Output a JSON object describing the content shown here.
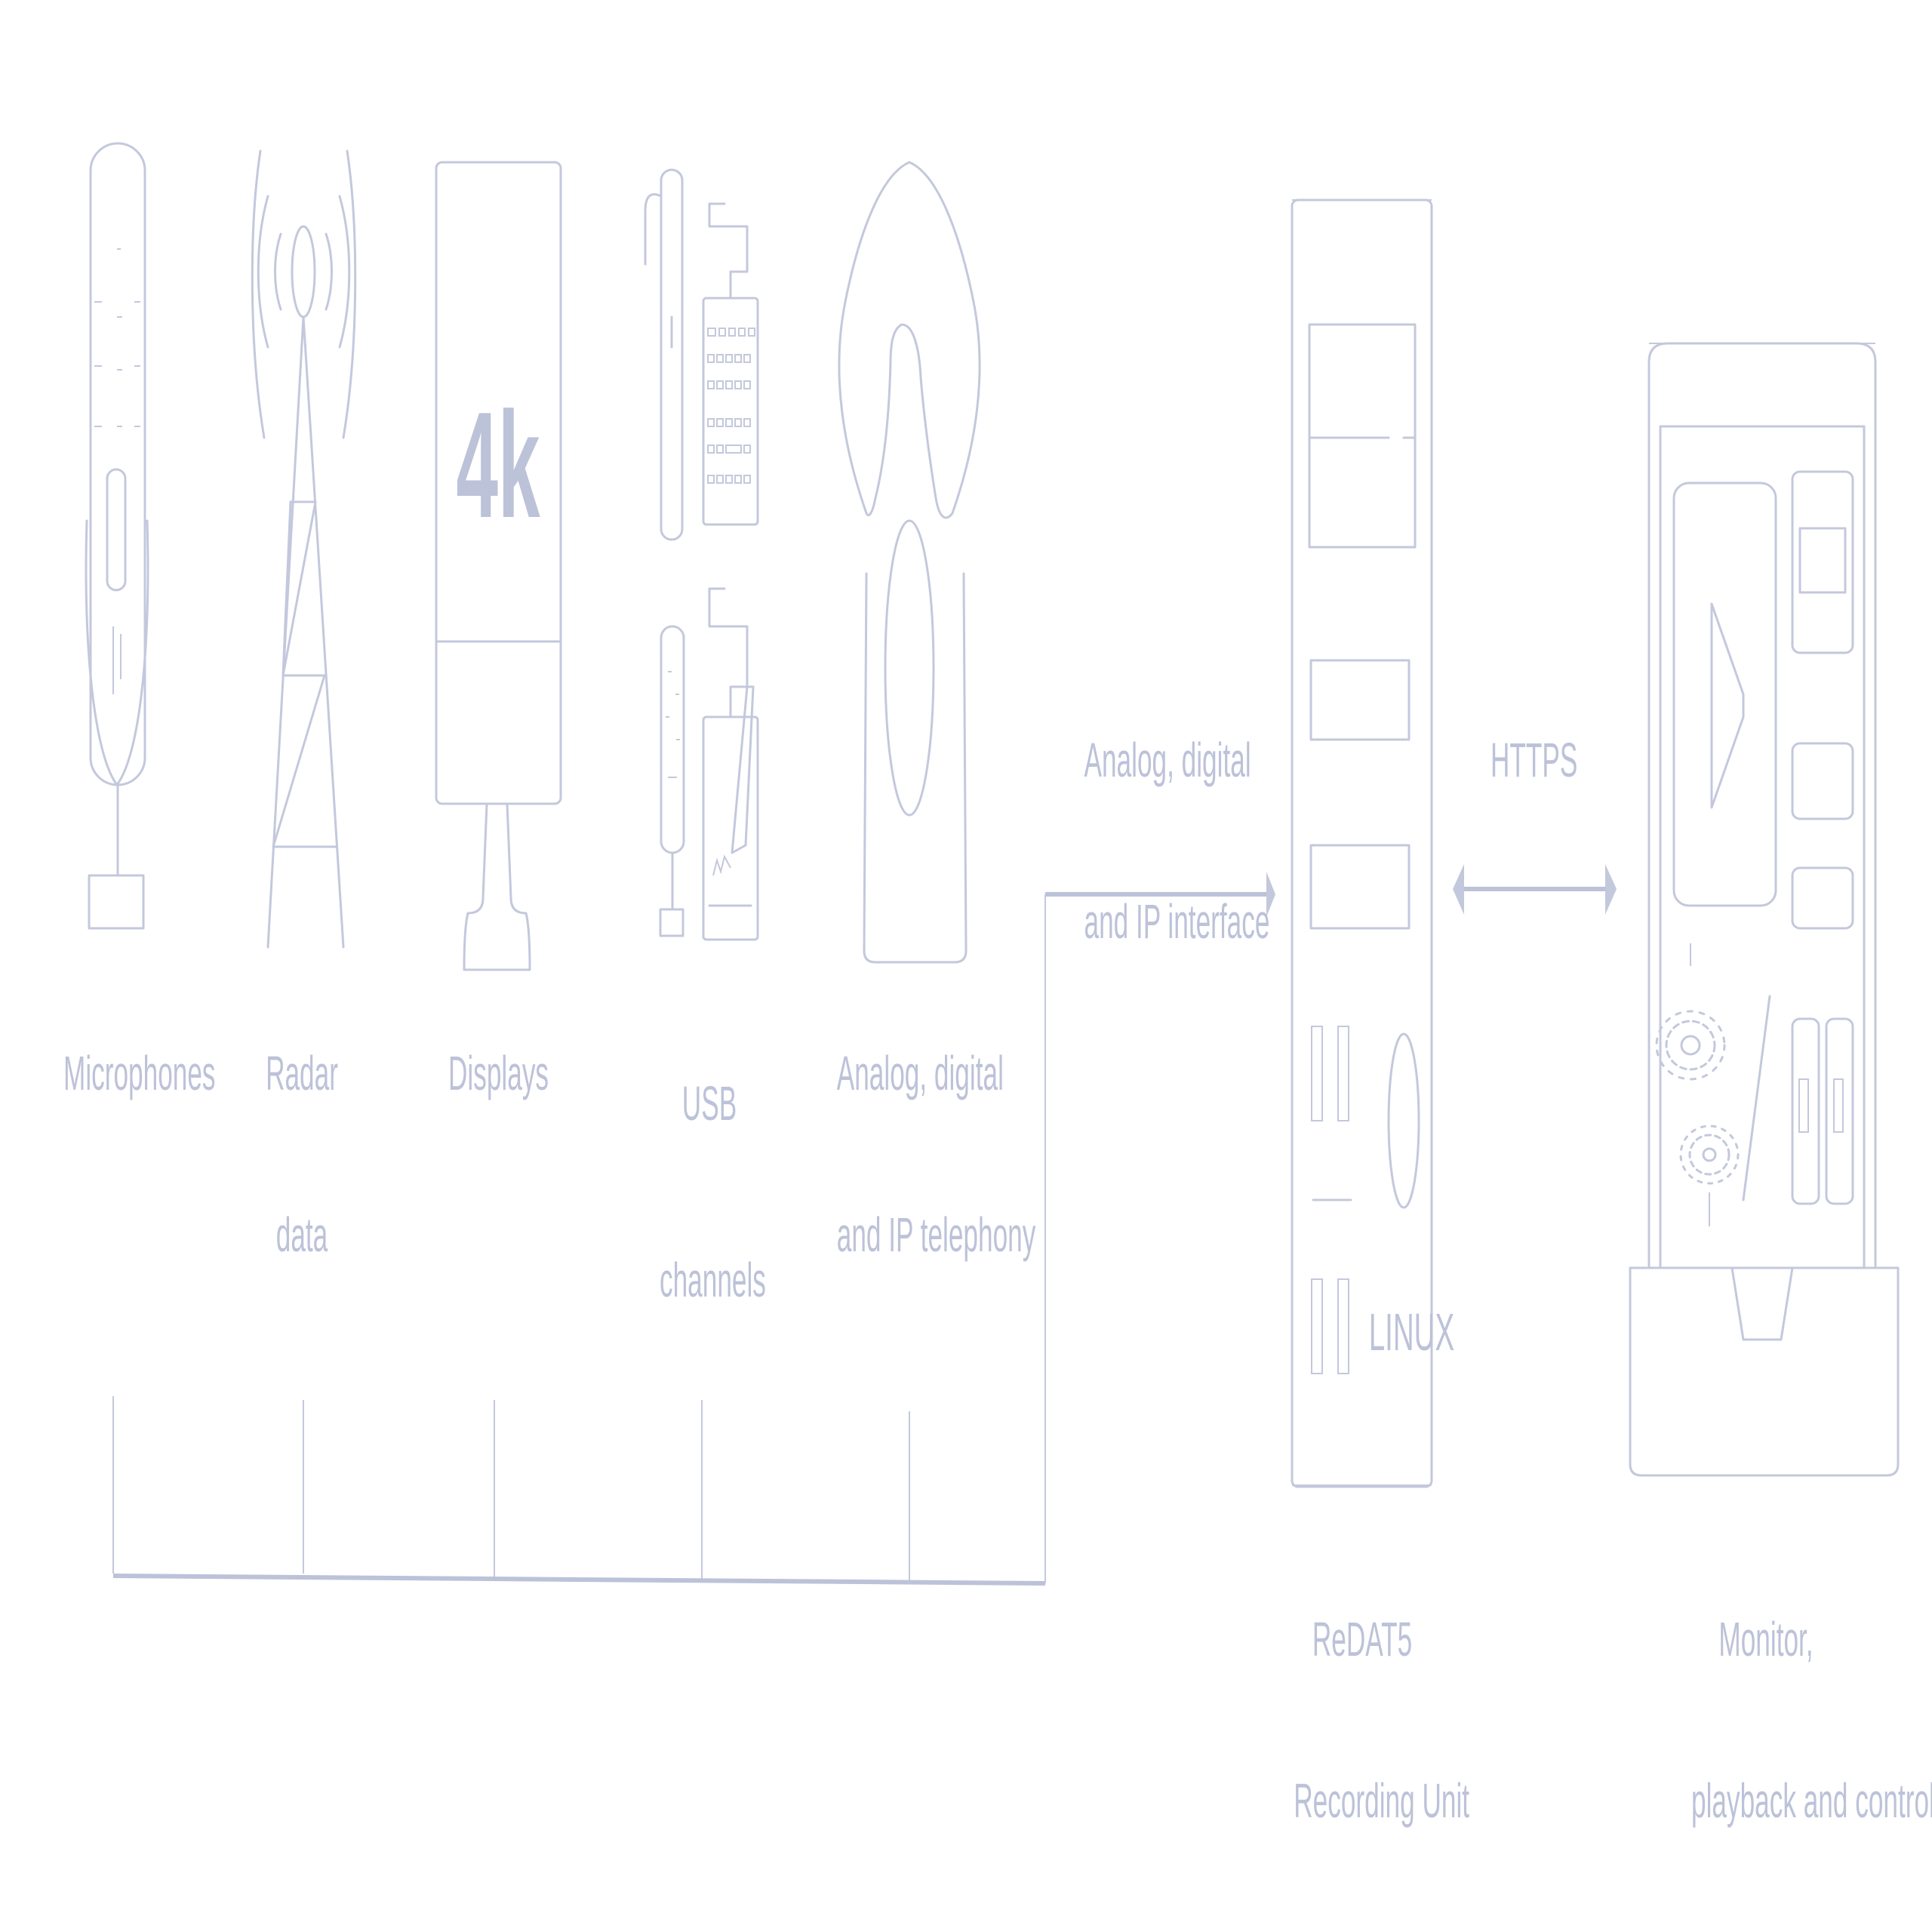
{
  "sources": {
    "microphones": {
      "label": "Microphones"
    },
    "radar": {
      "label_line1": "Radar",
      "label_line2": "data"
    },
    "displays": {
      "label": "Displays",
      "badge": "4k"
    },
    "usb": {
      "label_line1": "USB",
      "label_line2": "channels"
    },
    "telephony": {
      "label_line1": "Analog, digital",
      "label_line2": "and IP telephony"
    }
  },
  "links": {
    "input": {
      "label_line1": "Analog, digital",
      "label_line2": "and IP interface"
    },
    "network": {
      "label": "HTTPS"
    }
  },
  "recorder": {
    "os_label": "LINUX",
    "label_line1": "ReDAT5",
    "label_line2": "Recording Unit"
  },
  "client": {
    "label_line1": "Monitor,",
    "label_line2": "playback and control"
  },
  "icons": [
    "microphone-icon",
    "radar-tower-icon",
    "display-icon",
    "usb-devices-icon",
    "telephone-icon",
    "server-icon",
    "laptop-icon",
    "play-icon",
    "gear-icon"
  ]
}
